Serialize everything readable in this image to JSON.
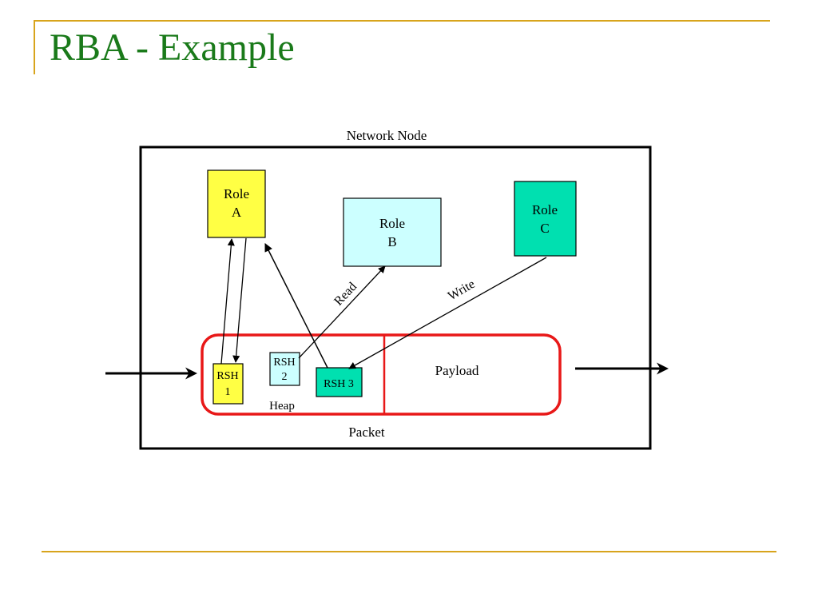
{
  "slide": {
    "title": "RBA - Example"
  },
  "diagram": {
    "network_node_label": "Network Node",
    "packet_label": "Packet",
    "heap_label": "Heap",
    "payload_label": "Payload",
    "roles": {
      "a": {
        "line1": "Role",
        "line2": "A",
        "color": "#ffff44"
      },
      "b": {
        "line1": "Role",
        "line2": "B",
        "color": "#ccffff"
      },
      "c": {
        "line1": "Role",
        "line2": "C",
        "color": "#00e0b0"
      }
    },
    "rsh": {
      "rsh1": {
        "line1": "RSH",
        "line2": "1",
        "color": "#ffff44"
      },
      "rsh2": {
        "line1": "RSH",
        "line2": "2",
        "color": "#ccffff"
      },
      "rsh3": {
        "label": "RSH 3",
        "color": "#00e0b0"
      }
    },
    "edges": {
      "read_label": "Read",
      "write_label": "Write"
    },
    "colors": {
      "packet_border": "#e81818",
      "accent_rule": "#d8a41c",
      "title": "#1a7a1a"
    }
  }
}
